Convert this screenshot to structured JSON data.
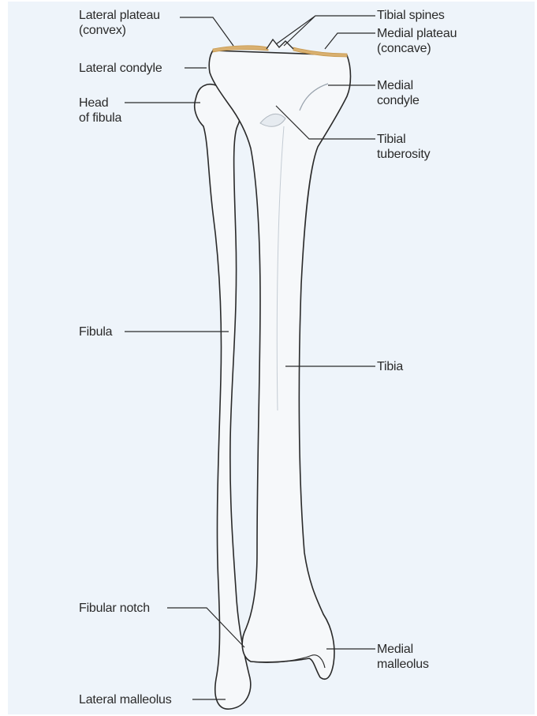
{
  "labels": {
    "lateral_plateau": "Lateral plateau\n(convex)",
    "lateral_condyle": "Lateral condyle",
    "head_of_fibula": "Head\nof fibula",
    "fibula": "Fibula",
    "fibular_notch": "Fibular notch",
    "lateral_malleolus": "Lateral malleolus",
    "tibial_spines": "Tibial spines",
    "medial_plateau": "Medial plateau\n(concave)",
    "medial_condyle": "Medial\ncondyle",
    "tibial_tuberosity": "Tibial\ntuberosity",
    "tibia": "Tibia",
    "medial_malleolus": "Medial\nmalleolus"
  },
  "colors": {
    "background": "#eef4fa",
    "bone_fill": "#f6f8fa",
    "bone_outline": "#2a2a2a",
    "plateau_cartilage": "#d9b070",
    "leader_line": "#2a2a2a",
    "text": "#2a2a2a"
  }
}
